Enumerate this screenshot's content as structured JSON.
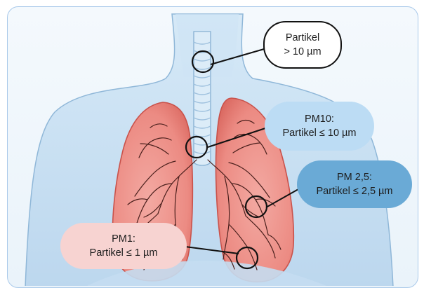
{
  "labels": {
    "coarse": {
      "line1": "Partikel",
      "line2": "> 10 µm"
    },
    "pm10": {
      "line1": "PM10:",
      "line2": "Partikel ≤ 10 µm"
    },
    "pm25": {
      "line1": "PM 2,5:",
      "line2": "Partikel ≤ 2,5 µm"
    },
    "pm1": {
      "line1": "PM1:",
      "line2": "Partikel ≤ 1 µm"
    }
  },
  "colors": {
    "frame_border": "#a9c9ea",
    "body_fill": "#c9e1f3",
    "lung_fill": "#ef8f88",
    "pm10_bubble": "#bcdcf4",
    "pm25_bubble": "#6aaad6",
    "pm1_bubble": "#f7d3d1"
  }
}
